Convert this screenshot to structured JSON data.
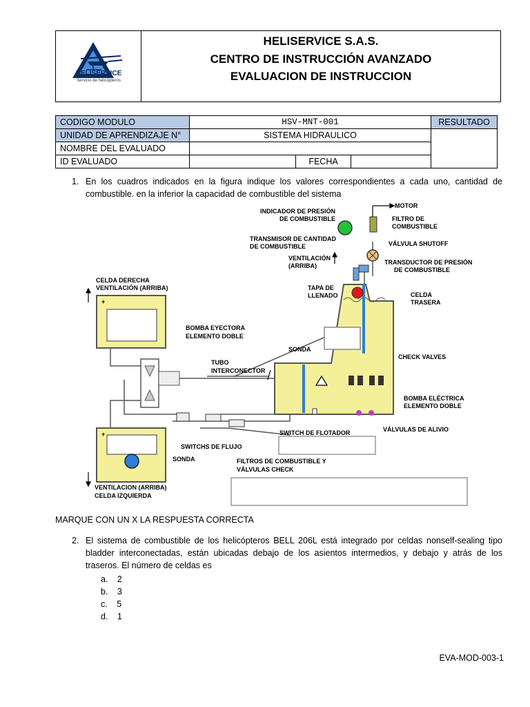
{
  "header": {
    "company": "HELISERVICE S.A.S.",
    "center": "CENTRO DE INSTRUCCIÓN AVANZADO",
    "evaluation": "EVALUACION DE INSTRUCCION",
    "logo_name": "HELISERVICE",
    "logo_tagline": "Servicio de helicópteros"
  },
  "module_table": {
    "codigo_label": "CODIGO MODULO",
    "codigo_value": "HSV-MNT-001",
    "resultado_label": "RESULTADO",
    "unidad_label": "UNIDAD DE APRENDIZAJE N°",
    "unidad_value": "SISTEMA HIDRAULICO",
    "nombre_label": "NOMBRE DEL EVALUADO",
    "nombre_value": "",
    "id_label": "ID EVALUADO",
    "id_value": "",
    "fecha_label": "FECHA",
    "fecha_value": ""
  },
  "question1": {
    "number": "1.",
    "text": "En los cuadros indicados en la figura indique los valores correspondientes a cada uno, cantidad de combustible. en la inferior la capacidad de combustible del sistema"
  },
  "diagram": {
    "labels": {
      "motor": "MOTOR",
      "indicador": [
        "INDICADOR DE PRESIÓN",
        "DE COMBUSTIBLE"
      ],
      "filtro": [
        "FILTRO DE",
        "COMBUSTIBLE"
      ],
      "transmisor": [
        "TRANSMISOR DE CANTIDAD",
        "DE COMBUSTIBLE"
      ],
      "valvula_shutoff": "VÁLVULA SHUTOFF",
      "ventilacion_arriba": [
        "VENTILACIÓN",
        "(ARRIBA)"
      ],
      "transductor": [
        "TRANSDUCTOR DE PRESIÓN",
        "DE COMBUSTIBLE"
      ],
      "celda_derecha": [
        "CELDA DERECHA",
        "VENTILACIÓN (ARRIBA)"
      ],
      "tapa": [
        "TAPA DE",
        "LLENADO"
      ],
      "celda_trasera": [
        "CELDA",
        "TRASERA"
      ],
      "bomba_eyectora": [
        "BOMBA EYECTORA",
        "ELEMENTO DOBLE"
      ],
      "sonda": "SONDA",
      "check_valves": "CHECK VALVES",
      "tubo": [
        "TUBO",
        "INTERCONECTOR"
      ],
      "bomba_electrica": [
        "BOMBA ELÉCTRICA",
        "ELEMENTO DOBLE"
      ],
      "valvulas_alivio": "VÁLVULAS DE ALIVIO",
      "switch_flotador": "SWITCH DE FLOTADOR",
      "switchs_flujo": "SWITCHS DE FLUJO",
      "sonda_izq": "SONDA",
      "filtros_check": [
        "FILTROS DE COMBUSTIBLE Y",
        "VÁLVULAS CHECK"
      ],
      "ventilacion_izq": [
        "VENTILACION (ARRIBA)",
        "CELDA IZQUIERDA"
      ]
    },
    "colors": {
      "tank_fill": "#f4f09a",
      "green_gauge": "#22c33a",
      "red_cap": "#e01818",
      "blue_probe": "#2f7fd6",
      "valve_orange": "#f5c07a"
    }
  },
  "instruction": "MARQUE CON UN X LA RESPUESTA CORRECTA",
  "question2": {
    "number": "2.",
    "text": "El sistema de combustible de los helicópteros BELL 206L está integrado por celdas nonself-sealing tipo bladder interconectadas, están ubicadas debajo de los asientos intermedios, y debajo y atrás de los traseros. El número de celdas es",
    "options": [
      {
        "letter": "a.",
        "value": "2"
      },
      {
        "letter": "b.",
        "value": "3"
      },
      {
        "letter": "c.",
        "value": "5"
      },
      {
        "letter": "d.",
        "value": "1"
      }
    ]
  },
  "footer": {
    "code": "EVA-MOD-003-1"
  }
}
